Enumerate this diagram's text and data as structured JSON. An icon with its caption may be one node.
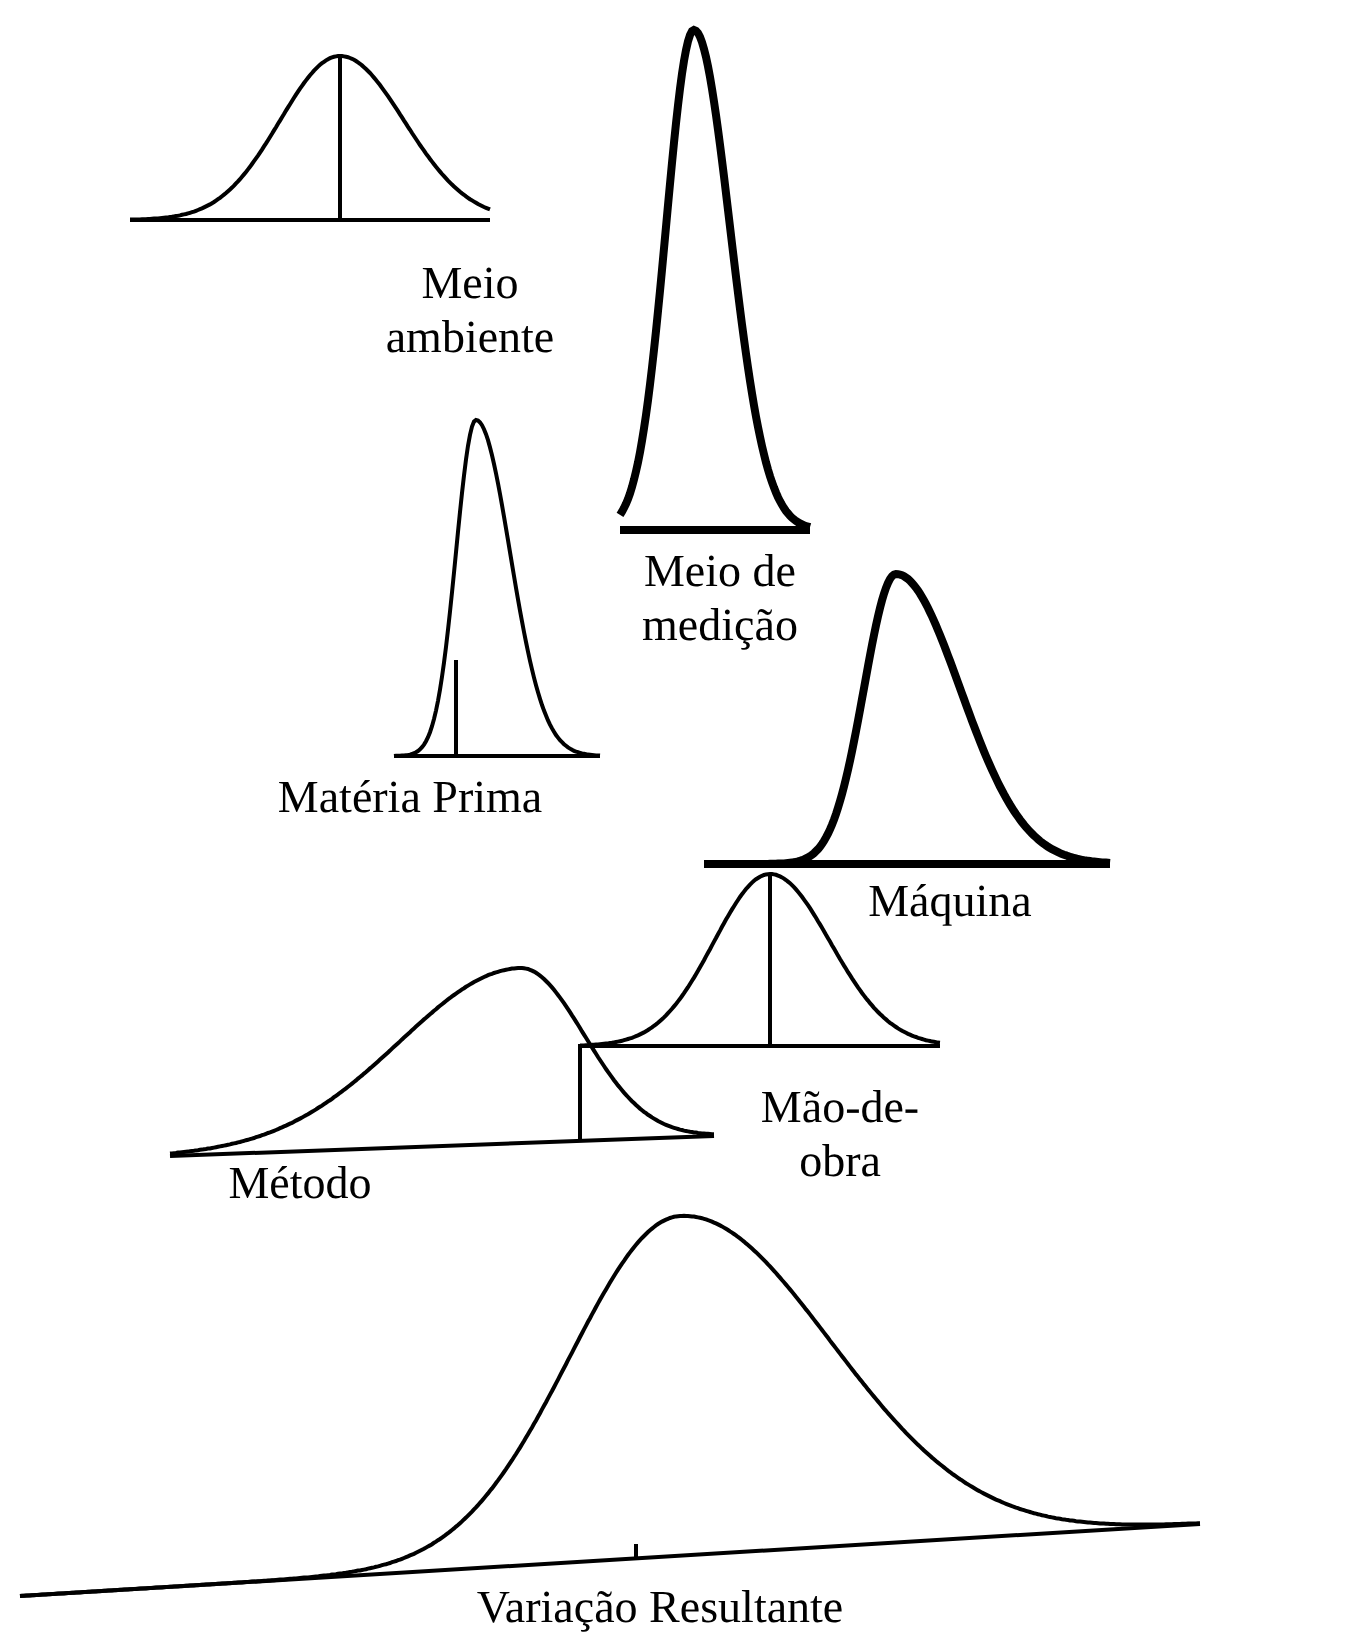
{
  "diagram": {
    "labels": [
      "Meio ambiente",
      "Meio de medição",
      "Matéria Prima",
      "Máquina",
      "Mão-de-obra",
      "Método",
      "Variação Resultante"
    ]
  }
}
